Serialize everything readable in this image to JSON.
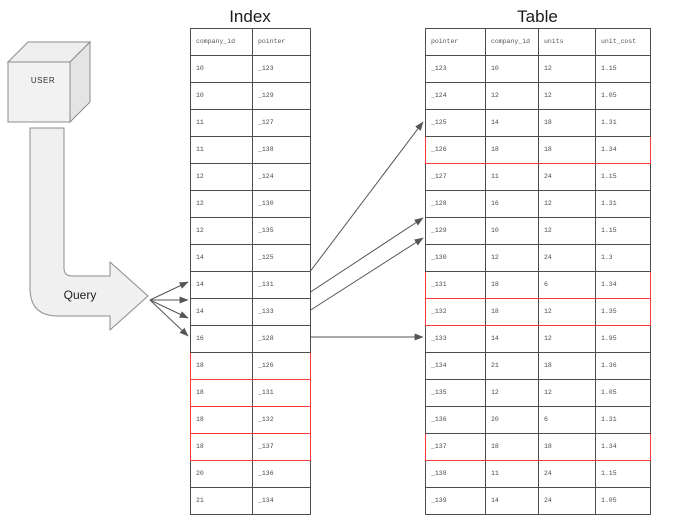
{
  "diagram": {
    "index_title": "Index",
    "table_title": "Table",
    "user_label": "USER",
    "query_label": "Query",
    "highlight_color": "#fb3a3a",
    "shape_fill": "#f0f0f0",
    "shape_stroke": "#8c8c8c",
    "arrow_color": "#555555"
  },
  "index_table": {
    "columns": [
      "company_id",
      "pointer"
    ],
    "rows": [
      {
        "company_id": "10",
        "pointer": "_123",
        "highlight": false
      },
      {
        "company_id": "10",
        "pointer": "_129",
        "highlight": false
      },
      {
        "company_id": "11",
        "pointer": "_127",
        "highlight": false
      },
      {
        "company_id": "11",
        "pointer": "_138",
        "highlight": false
      },
      {
        "company_id": "12",
        "pointer": "_124",
        "highlight": false
      },
      {
        "company_id": "12",
        "pointer": "_130",
        "highlight": false
      },
      {
        "company_id": "12",
        "pointer": "_135",
        "highlight": false
      },
      {
        "company_id": "14",
        "pointer": "_125",
        "highlight": false
      },
      {
        "company_id": "14",
        "pointer": "_131",
        "highlight": false
      },
      {
        "company_id": "14",
        "pointer": "_133",
        "highlight": false
      },
      {
        "company_id": "16",
        "pointer": "_128",
        "highlight": false
      },
      {
        "company_id": "18",
        "pointer": "_126",
        "highlight": true
      },
      {
        "company_id": "18",
        "pointer": "_131",
        "highlight": true
      },
      {
        "company_id": "18",
        "pointer": "_132",
        "highlight": true
      },
      {
        "company_id": "18",
        "pointer": "_137",
        "highlight": true
      },
      {
        "company_id": "20",
        "pointer": "_136",
        "highlight": false
      },
      {
        "company_id": "21",
        "pointer": "_134",
        "highlight": false
      }
    ]
  },
  "data_table": {
    "columns": [
      "pointer",
      "company_id",
      "units",
      "unit_cost"
    ],
    "rows": [
      {
        "pointer": "_123",
        "company_id": "10",
        "units": "12",
        "unit_cost": "1.15",
        "highlight": false
      },
      {
        "pointer": "_124",
        "company_id": "12",
        "units": "12",
        "unit_cost": "1.05",
        "highlight": false
      },
      {
        "pointer": "_125",
        "company_id": "14",
        "units": "18",
        "unit_cost": "1.31",
        "highlight": false
      },
      {
        "pointer": "_126",
        "company_id": "18",
        "units": "18",
        "unit_cost": "1.34",
        "highlight": true
      },
      {
        "pointer": "_127",
        "company_id": "11",
        "units": "24",
        "unit_cost": "1.15",
        "highlight": false
      },
      {
        "pointer": "_128",
        "company_id": "16",
        "units": "12",
        "unit_cost": "1.31",
        "highlight": false
      },
      {
        "pointer": "_129",
        "company_id": "10",
        "units": "12",
        "unit_cost": "1.15",
        "highlight": false
      },
      {
        "pointer": "_130",
        "company_id": "12",
        "units": "24",
        "unit_cost": "1.3",
        "highlight": false
      },
      {
        "pointer": "_131",
        "company_id": "18",
        "units": "6",
        "unit_cost": "1.34",
        "highlight": true
      },
      {
        "pointer": "_132",
        "company_id": "18",
        "units": "12",
        "unit_cost": "1.35",
        "highlight": true
      },
      {
        "pointer": "_133",
        "company_id": "14",
        "units": "12",
        "unit_cost": "1.95",
        "highlight": false
      },
      {
        "pointer": "_134",
        "company_id": "21",
        "units": "18",
        "unit_cost": "1.36",
        "highlight": false
      },
      {
        "pointer": "_135",
        "company_id": "12",
        "units": "12",
        "unit_cost": "1.05",
        "highlight": false
      },
      {
        "pointer": "_136",
        "company_id": "20",
        "units": "6",
        "unit_cost": "1.31",
        "highlight": false
      },
      {
        "pointer": "_137",
        "company_id": "18",
        "units": "18",
        "unit_cost": "1.34",
        "highlight": true
      },
      {
        "pointer": "_138",
        "company_id": "11",
        "units": "24",
        "unit_cost": "1.15",
        "highlight": false
      },
      {
        "pointer": "_139",
        "company_id": "14",
        "units": "24",
        "unit_cost": "1.05",
        "highlight": false
      }
    ]
  }
}
